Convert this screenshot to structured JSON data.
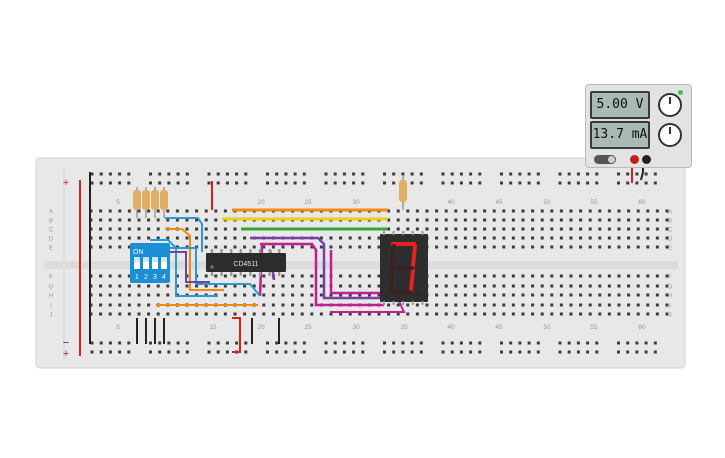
{
  "power_supply": {
    "voltage_display": "5.00 V",
    "current_display": "13.7 mA"
  },
  "breadboard": {
    "row_labels": [
      "A",
      "B",
      "C",
      "D",
      "E",
      "F",
      "G",
      "H",
      "I",
      "J"
    ],
    "top_numbers": [
      "5",
      "20",
      "25",
      "30",
      "40",
      "45",
      "50",
      "55",
      "60"
    ],
    "bottom_numbers": [
      "5",
      "15",
      "20",
      "25",
      "30",
      "35",
      "40",
      "45",
      "50",
      "55",
      "60"
    ],
    "rail_plus": "+",
    "rail_minus": "−"
  },
  "dip_switch": {
    "on_label": "ON",
    "switch_numbers": [
      "1",
      "2",
      "3",
      "4"
    ]
  },
  "ic": {
    "label": "CD4511"
  },
  "display": {
    "digit": "7"
  },
  "colors": {
    "board": "#e8e8e8",
    "wire_red": "#d42020",
    "wire_black": "#222222",
    "wire_orange": "#ec8a12",
    "wire_yellow": "#e8cf12",
    "wire_green": "#34a638",
    "wire_blue": "#2a9ad6",
    "wire_purple": "#7a3ea8",
    "wire_magenta": "#c21e8e",
    "dip_blue": "#1c8ed6",
    "segment_on": "#e82222",
    "segment_off": "#3a2222"
  }
}
